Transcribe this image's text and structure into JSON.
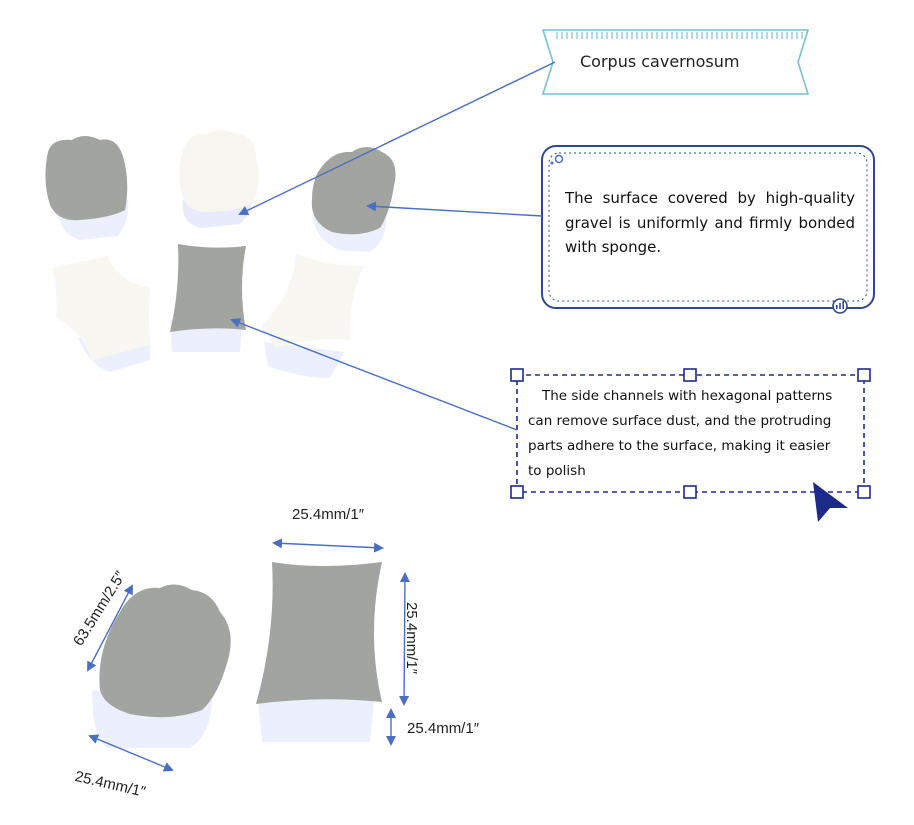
{
  "callouts": {
    "corpus_label": "Corpus cavernosum",
    "gravel_text": "The surface covered by high-quality gravel is uniformly and firmly bonded with sponge.",
    "side_channels_text": "The side channels with hexagonal patterns can remove surface dust, and the protruding parts adhere to the surface, making it easier to polish"
  },
  "dimensions": {
    "top_width": "25.4mm/1″",
    "side_height": "25.4mm/1″",
    "side_bottom": "25.4mm/1″",
    "paw_height": "63.5mm/2.5″",
    "paw_width": "25.4mm/1″"
  },
  "colors": {
    "arrow": "#4a6fc2",
    "gravel_grey": "#a2a49f",
    "sponge_white": "#f7f6f1",
    "sponge_base": "#eceffd",
    "ribbon": "#79c0d2",
    "frame_blue": "#2f4a8c",
    "selection_blue": "#1c2b8a"
  },
  "icons": [
    "cursor-arrow-icon",
    "settings-gear-icon",
    "chart-circle-icon",
    "selection-handle-icon"
  ]
}
